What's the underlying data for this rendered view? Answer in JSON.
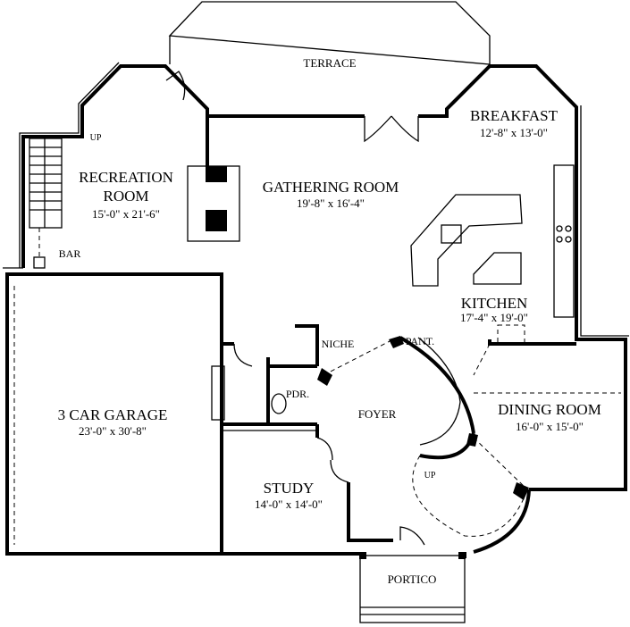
{
  "plan": {
    "rooms": [
      {
        "id": "terrace",
        "name": "TERRACE"
      },
      {
        "id": "breakfast",
        "name": "BREAKFAST",
        "size": "12'-8\" x 13'-0\""
      },
      {
        "id": "recreation",
        "name_line1": "RECREATION",
        "name_line2": "ROOM",
        "size": "15'-0\" x 21'-6\""
      },
      {
        "id": "gathering",
        "name": "GATHERING ROOM",
        "size": "19'-8\" x 16'-4\""
      },
      {
        "id": "kitchen",
        "name": "KITCHEN",
        "size": "17'-4\" x 19'-0\""
      },
      {
        "id": "garage",
        "name": "3 CAR GARAGE",
        "size": "23'-0\" x 30'-8\""
      },
      {
        "id": "foyer",
        "name": "FOYER"
      },
      {
        "id": "dining",
        "name": "DINING ROOM",
        "size": "16'-0\" x 15'-0\""
      },
      {
        "id": "study",
        "name": "STUDY",
        "size": "14'-0\" x 14'-0\""
      },
      {
        "id": "portico",
        "name": "PORTICO"
      }
    ],
    "small_labels": {
      "up_rec": "UP",
      "bar": "BAR",
      "niche": "NICHE",
      "pant": "PANT.",
      "pdr": "PDR.",
      "up_foyer": "UP"
    }
  }
}
